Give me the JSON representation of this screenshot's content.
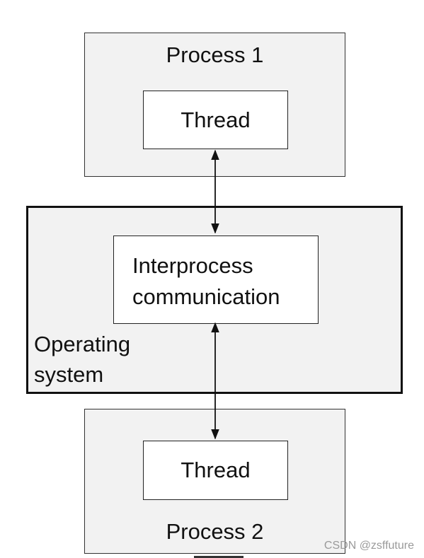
{
  "process1": {
    "title": "Process 1",
    "thread_label": "Thread"
  },
  "operating_system": {
    "label_line1": "Operating",
    "label_line2": "system",
    "ipc_line1": "Interprocess",
    "ipc_line2": "communication"
  },
  "process2": {
    "title": "Process 2",
    "thread_label": "Thread"
  },
  "watermark": "CSDN @zsffuture",
  "colors": {
    "box_fill": "#f2f2f2",
    "inner_fill": "#ffffff",
    "stroke": "#111111",
    "watermark": "#9a9a9a"
  }
}
